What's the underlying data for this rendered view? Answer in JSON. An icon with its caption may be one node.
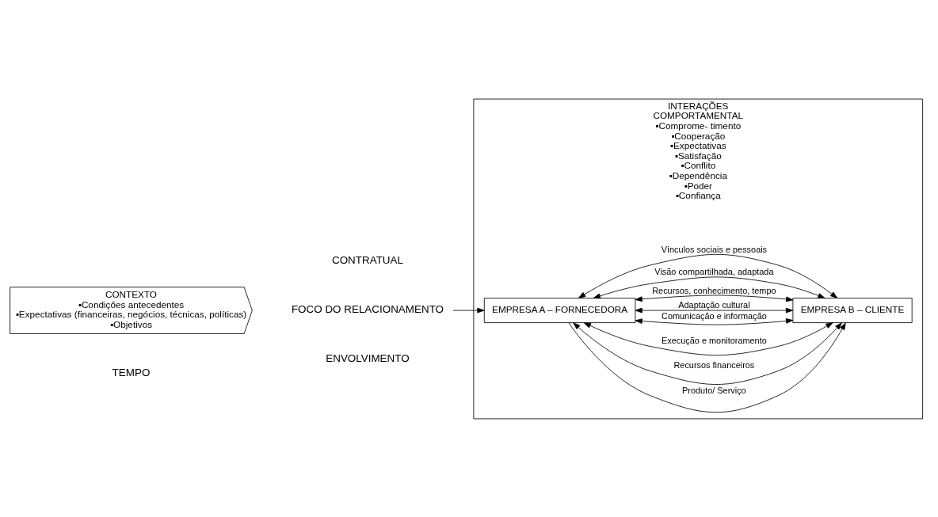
{
  "diagram": {
    "nodes": [
      {
        "text": [
          "CONTEXTO",
          "▪Condições antecedentes",
          "▪Expectativas (financeiras, negócios, técnicas, políticas)",
          "▪Objetivos"
        ]
      },
      {
        "text": [
          "FOCO DO RELACIONAMENTO"
        ]
      },
      {
        "text": [
          "INTERAÇÕES",
          "COMPORTAMENTAL",
          "▪Comprome- timento",
          "▪Cooperação",
          "▪Expectativas",
          "▪Satisfação",
          "▪Conflito",
          "▪Dependência",
          "▪Poder",
          "▪Confiança"
        ]
      },
      {
        "text": [
          "EMPRESA A – FORNECEDORA"
        ],
        "in": 2
      },
      {
        "text": [
          "EMPRESA B – CLIENTE"
        ],
        "in": 2
      }
    ],
    "edges": [
      {
        "from": 1,
        "to": 3,
        "arrow": "to"
      },
      {
        "from": 3,
        "to": 4,
        "arrow": "to",
        "label": "Produto/ Serviço"
      },
      {
        "from": 3,
        "to": 4,
        "arrow": "both",
        "label": "Recursos financeiros"
      },
      {
        "from": 3,
        "to": 4,
        "arrow": "both",
        "label": "Execução e monitoramento"
      },
      {
        "from": 3,
        "to": 4,
        "arrow": "both",
        "label": "Comunicação e informação"
      },
      {
        "from": 3,
        "to": 4,
        "arrow": "both",
        "label": "Adaptação cultural"
      },
      {
        "from": 3,
        "to": 4,
        "arrow": "both",
        "label": "Recursos, conhecimento, tempo"
      },
      {
        "from": 3,
        "to": 4,
        "arrow": "both",
        "label": "Visão compartilhada, adaptada"
      },
      {
        "from": 3,
        "to": 4,
        "arrow": "both",
        "label": "Vínculos sociais e pessoais"
      }
    ],
    "labels": [
      "CONTRATUAL",
      "ENVOLVIMENTO",
      "TEMPO"
    ]
  }
}
